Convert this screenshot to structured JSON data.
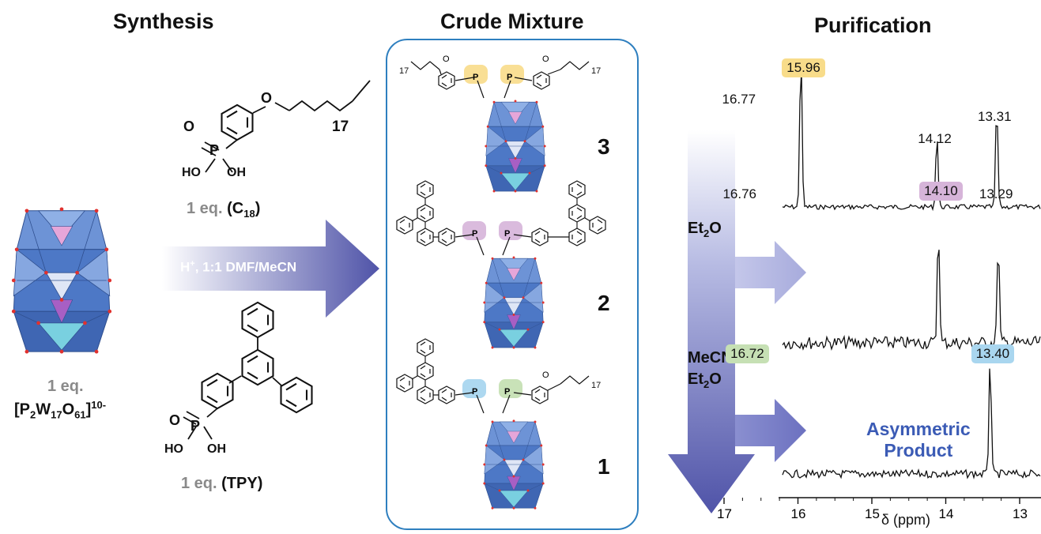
{
  "titles": {
    "synthesis": "Synthesis",
    "crude": "Crude Mixture",
    "purification": "Purification"
  },
  "synthesis": {
    "c18_eq": "1 eq.",
    "c18_name": "(C",
    "c18_sub": "18",
    "c18_close": ")",
    "tpy_eq": "1 eq.",
    "tpy_name": "(TPY)",
    "pom_eq": "1 eq.",
    "pom_formula": "[P",
    "pom_sub1": "2",
    "pom_w": "W",
    "pom_sub2": "17",
    "pom_o": "O",
    "pom_sub3": "61",
    "pom_close": "]",
    "pom_charge": "10-",
    "conditions_h": "H",
    "conditions_plus": "+",
    "conditions_rest": ", 1:1 DMF/MeCN",
    "chain_sub": "17",
    "oh": "OH",
    "ho": "HO"
  },
  "crude": {
    "compounds": [
      "3",
      "2",
      "1"
    ],
    "chain_sub": "17"
  },
  "purification": {
    "solvent1": "Et",
    "solvent1_sub": "2",
    "solvent1_end": "O",
    "solvent2_line1": "MeCN/",
    "solvent2_line2": "Et",
    "solvent2_sub": "2",
    "solvent2_end": "O",
    "asym_line1": "Asymmetric",
    "asym_line2": "Product"
  },
  "spectra": {
    "xlabel": "δ (ppm)",
    "ticks": [
      "17",
      "16",
      "15",
      "14",
      "13"
    ],
    "top": {
      "peaks": [
        {
          "ppm": 16.77,
          "label": "16.77"
        },
        {
          "ppm": 15.96,
          "label": "15.96",
          "highlight": "#f8dc8a"
        },
        {
          "ppm": 14.12,
          "label": "14.12"
        },
        {
          "ppm": 13.31,
          "label": "13.31"
        }
      ]
    },
    "middle": {
      "peaks": [
        {
          "ppm": 16.76,
          "label": "16.76"
        },
        {
          "ppm": 14.1,
          "label": "14.10",
          "highlight": "#d6b4d9"
        },
        {
          "ppm": 13.29,
          "label": "13.29"
        }
      ]
    },
    "bottom": {
      "peaks": [
        {
          "ppm": 16.72,
          "label": "16.72",
          "highlight": "#c6e0b4"
        },
        {
          "ppm": 13.4,
          "label": "13.40",
          "highlight": "#a9d6ef"
        }
      ]
    }
  },
  "colors": {
    "pom_blue": "#4d78c6",
    "arrow_purple": "#5a5fb0",
    "box_border": "#2e7fbf",
    "asym_text": "#3b5bb5",
    "hl_yellow": "#f8dc8a",
    "hl_purple": "#d6b4d9",
    "hl_green": "#c6e0b4",
    "hl_blue": "#a9d6ef"
  }
}
